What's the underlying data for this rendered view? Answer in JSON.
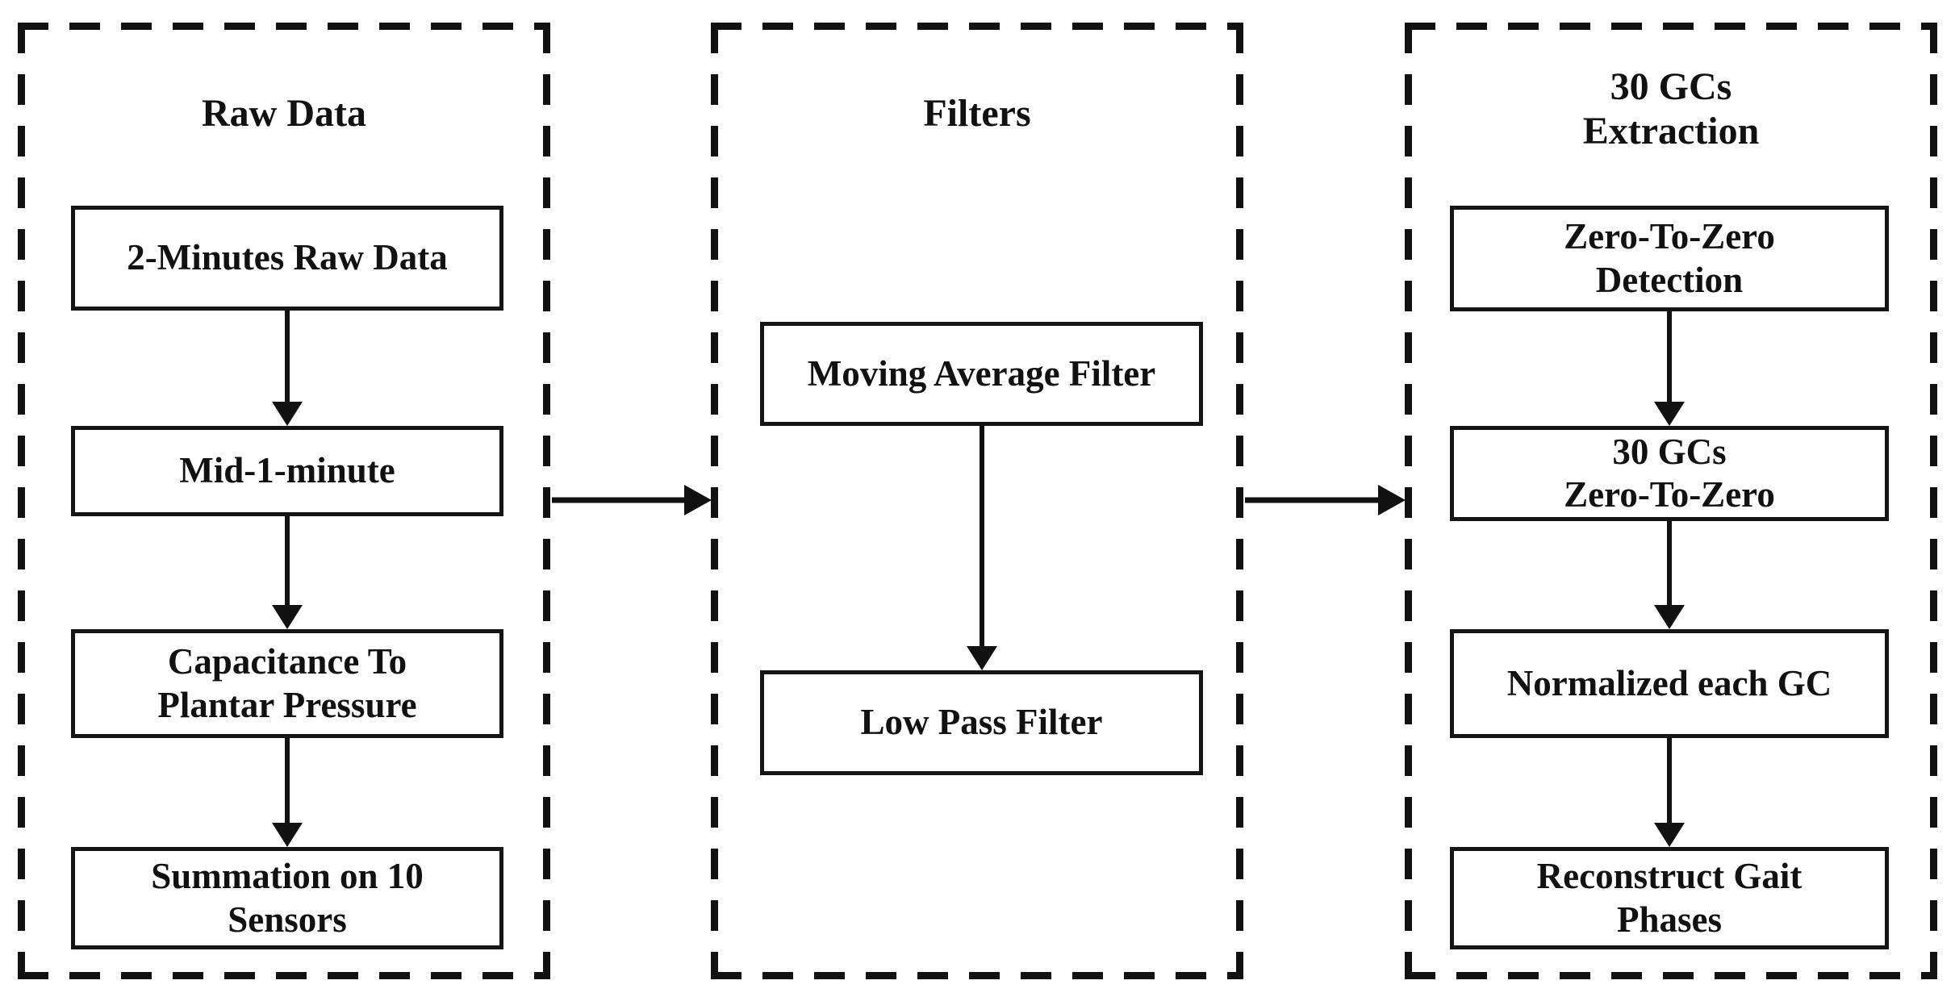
{
  "diagram": {
    "type": "flowchart",
    "colors": {
      "background": "#ffffff",
      "line": "#111111",
      "text": "#111111"
    },
    "panels": [
      {
        "title": "Raw Data",
        "nodes": [
          "2-Minutes Raw Data",
          "Mid-1-minute",
          "Capacitance To\nPlantar Pressure",
          "Summation on 10\nSensors"
        ]
      },
      {
        "title": "Filters",
        "nodes": [
          "Moving Average Filter",
          "Low Pass Filter"
        ]
      },
      {
        "title": "30 GCs\nExtraction",
        "nodes": [
          "Zero-To-Zero\nDetection",
          "30 GCs\nZero-To-Zero",
          "Normalized each GC",
          "Reconstruct Gait\nPhases"
        ]
      }
    ],
    "connections": [
      {
        "from": "Raw Data",
        "to": "Filters",
        "style": "arrow-right"
      },
      {
        "from": "Filters",
        "to": "30 GCs Extraction",
        "style": "arrow-right"
      }
    ]
  }
}
